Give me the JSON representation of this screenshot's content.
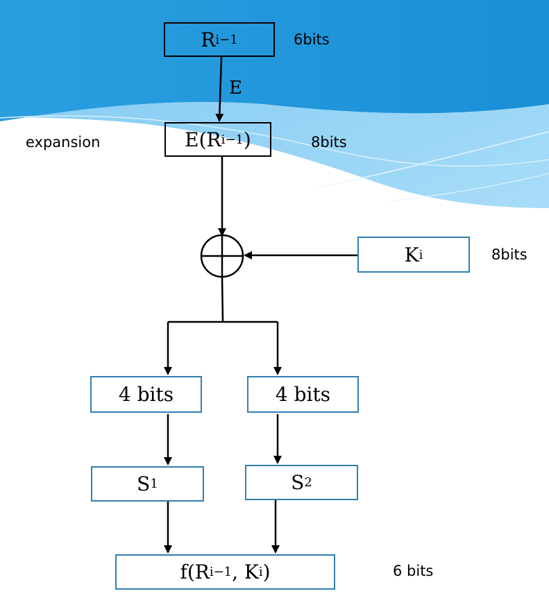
{
  "boxes": {
    "r_prev": {
      "main": "R",
      "sub": "i−1"
    },
    "e_r_prev": {
      "pre": "E(R",
      "sub": "i−1",
      "post": ")"
    },
    "k_i": {
      "main": "K",
      "sub": "i"
    },
    "left_half": {
      "text": "4 bits"
    },
    "right_half": {
      "text": "4 bits"
    },
    "s1": {
      "main": "S",
      "sub": "1"
    },
    "s2": {
      "main": "S",
      "sub": "2"
    },
    "f_out": {
      "pre": "f(R",
      "sub1": "i−1",
      "mid": ", K",
      "sub2": "i",
      "post": ")"
    }
  },
  "labels": {
    "r_bits": "6bits",
    "e_arrow": "E",
    "expansion": "expansion",
    "e_bits": "8bits",
    "k_bits": "8bits",
    "f_bits": "6 bits"
  },
  "colors": {
    "header_blue": "#1f96d8",
    "box_border_blue": "#2f7fb0"
  }
}
